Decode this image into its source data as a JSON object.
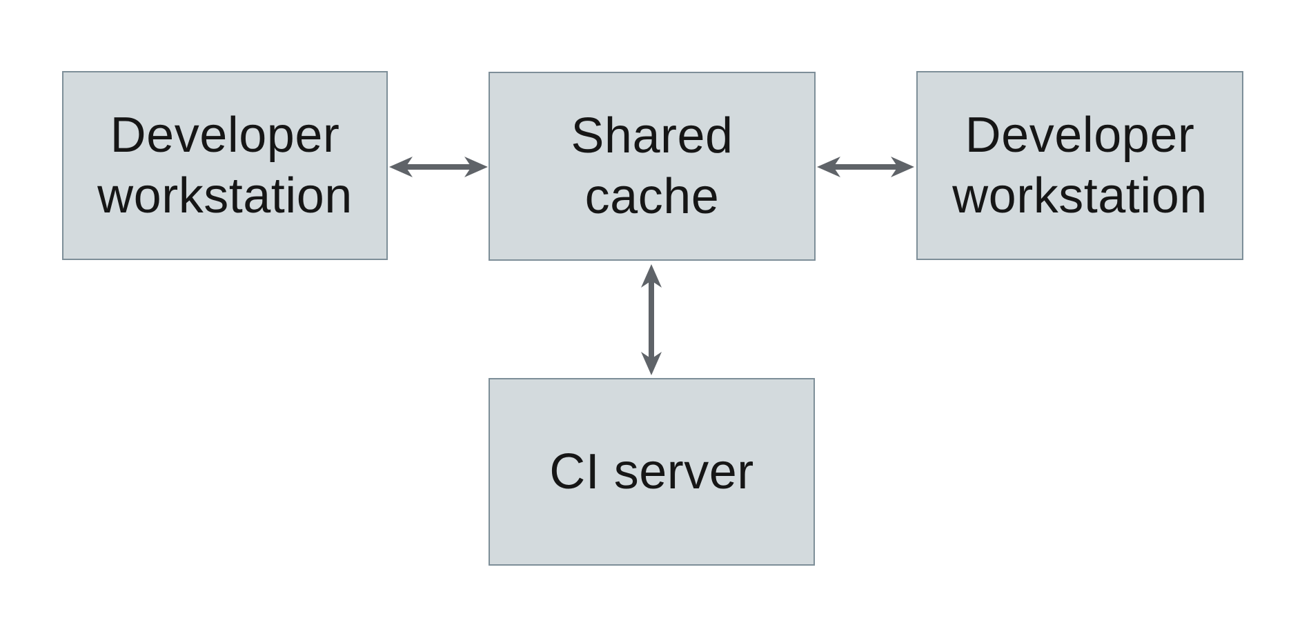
{
  "diagram": {
    "colors": {
      "background": "#ffffff",
      "node_fill": "#d3dadd",
      "node_border": "#7d8e98",
      "arrow_color": "#5f6368",
      "text_color": "#161616"
    },
    "nodes": [
      {
        "id": "developer-workstation-left",
        "label": "Developer\nworkstation"
      },
      {
        "id": "shared-cache",
        "label": "Shared\ncache"
      },
      {
        "id": "developer-workstation-right",
        "label": "Developer\nworkstation"
      },
      {
        "id": "ci-server",
        "label": "CI server"
      }
    ],
    "edges": [
      {
        "from": "developer-workstation-left",
        "to": "shared-cache",
        "direction": "bidirectional"
      },
      {
        "from": "shared-cache",
        "to": "developer-workstation-right",
        "direction": "bidirectional"
      },
      {
        "from": "shared-cache",
        "to": "ci-server",
        "direction": "bidirectional"
      }
    ]
  }
}
